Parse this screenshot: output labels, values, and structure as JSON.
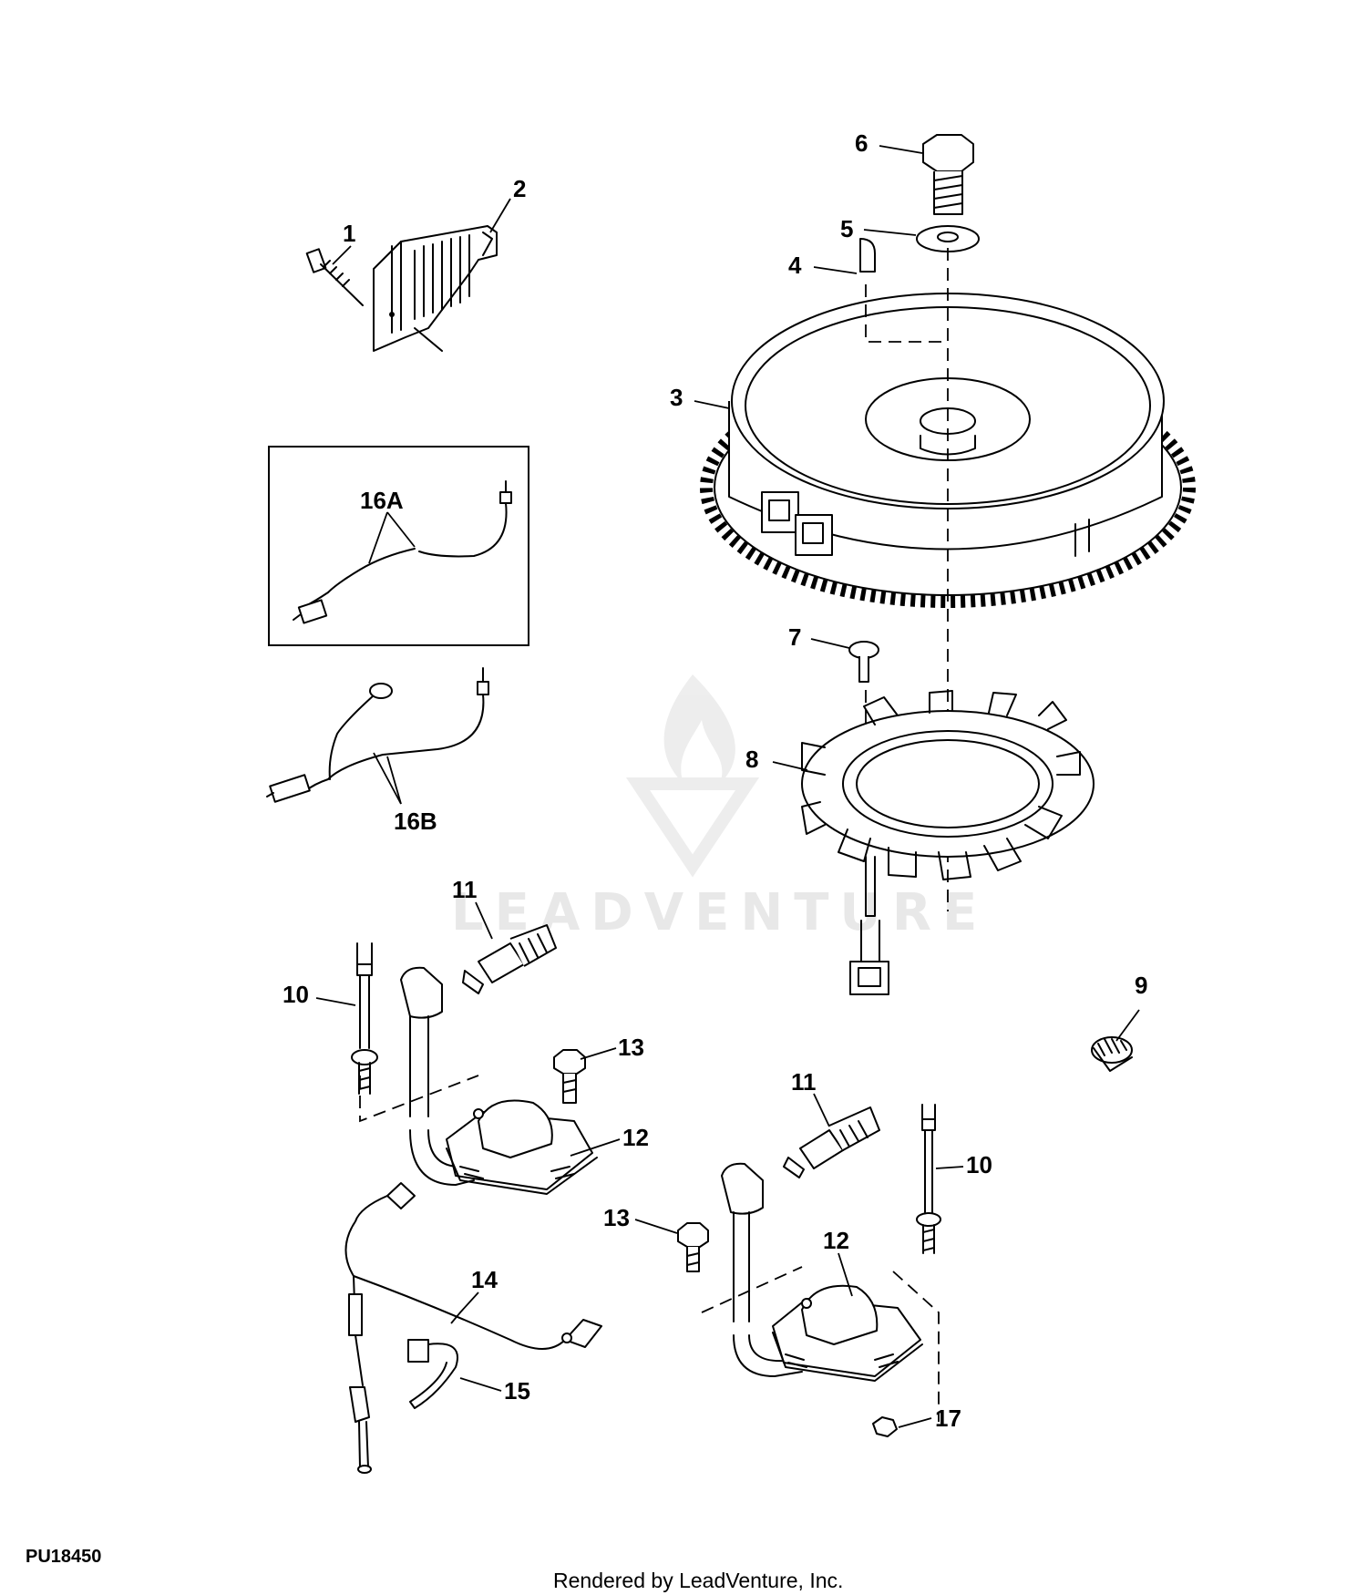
{
  "callouts": {
    "c1": "1",
    "c2": "2",
    "c3": "3",
    "c4": "4",
    "c5": "5",
    "c6": "6",
    "c7": "7",
    "c8": "8",
    "c9": "9",
    "c10a": "10",
    "c10b": "10",
    "c11a": "11",
    "c11b": "11",
    "c12a": "12",
    "c12b": "12",
    "c13a": "13",
    "c13b": "13",
    "c14": "14",
    "c15": "15",
    "c16a": "16A",
    "c16b": "16B",
    "c17": "17"
  },
  "figure_id": "PU18450",
  "footer_text": "Rendered by LeadVenture, Inc.",
  "watermark_text": "LEADVENTURE",
  "colors": {
    "ink": "#000000",
    "background": "#ffffff",
    "watermark": "#e6e6e6"
  }
}
